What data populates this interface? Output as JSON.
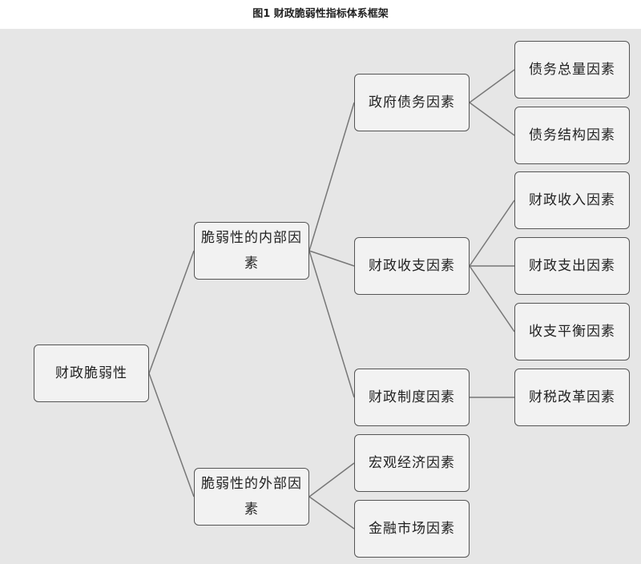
{
  "caption": "图1 财政脆弱性指标体系框架",
  "colors": {
    "background": "#e6e6e6",
    "box_fill": "#f2f2f2",
    "box_border": "#555555",
    "line": "#777777"
  },
  "nodes": {
    "root": "财政脆弱性",
    "internal": "脆弱性的内部因素",
    "external": "脆弱性的外部因素",
    "gov_debt": "政府债务因素",
    "revenue_expenditure": "财政收支因素",
    "institution": "财政制度因素",
    "macro": "宏观经济因素",
    "financial_market": "金融市场因素",
    "debt_total": "债务总量因素",
    "debt_structure": "债务结构因素",
    "revenue": "财政收入因素",
    "expenditure": "财政支出因素",
    "balance": "收支平衡因素",
    "tax_reform": "财税改革因素"
  },
  "edges": [
    [
      "root",
      "internal"
    ],
    [
      "root",
      "external"
    ],
    [
      "internal",
      "gov_debt"
    ],
    [
      "internal",
      "revenue_expenditure"
    ],
    [
      "internal",
      "institution"
    ],
    [
      "external",
      "macro"
    ],
    [
      "external",
      "financial_market"
    ],
    [
      "gov_debt",
      "debt_total"
    ],
    [
      "gov_debt",
      "debt_structure"
    ],
    [
      "revenue_expenditure",
      "revenue"
    ],
    [
      "revenue_expenditure",
      "expenditure"
    ],
    [
      "revenue_expenditure",
      "balance"
    ],
    [
      "institution",
      "tax_reform"
    ]
  ]
}
